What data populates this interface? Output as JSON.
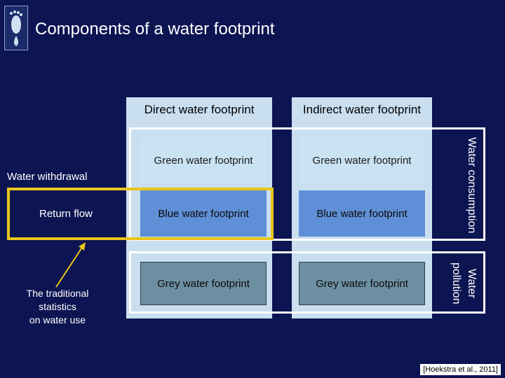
{
  "title": "Components of a water footprint",
  "columns": {
    "direct": "Direct water footprint",
    "indirect": "Indirect water footprint"
  },
  "cells": {
    "direct_green": "Green water footprint",
    "indirect_green": "Green water footprint",
    "direct_blue": "Blue water footprint",
    "indirect_blue": "Blue water footprint",
    "direct_grey": "Grey water footprint",
    "indirect_grey": "Grey water footprint"
  },
  "side_labels": {
    "consumption": "Water consumption",
    "pollution": "Water pollution"
  },
  "left_labels": {
    "withdrawal": "Water withdrawal",
    "return_flow": "Return flow",
    "traditional": [
      "The traditional",
      "statistics",
      "on water use"
    ]
  },
  "citation": "[Hoekstra et al., 2011]",
  "colors": {
    "background": "#0d1452",
    "green": "#c9e3f2",
    "blue": "#5f8fd6",
    "grey": "#6c8fa2",
    "highlight": "#e8c51a"
  },
  "icons": [
    "footprint-logo-icon",
    "arrow-up-icon"
  ]
}
